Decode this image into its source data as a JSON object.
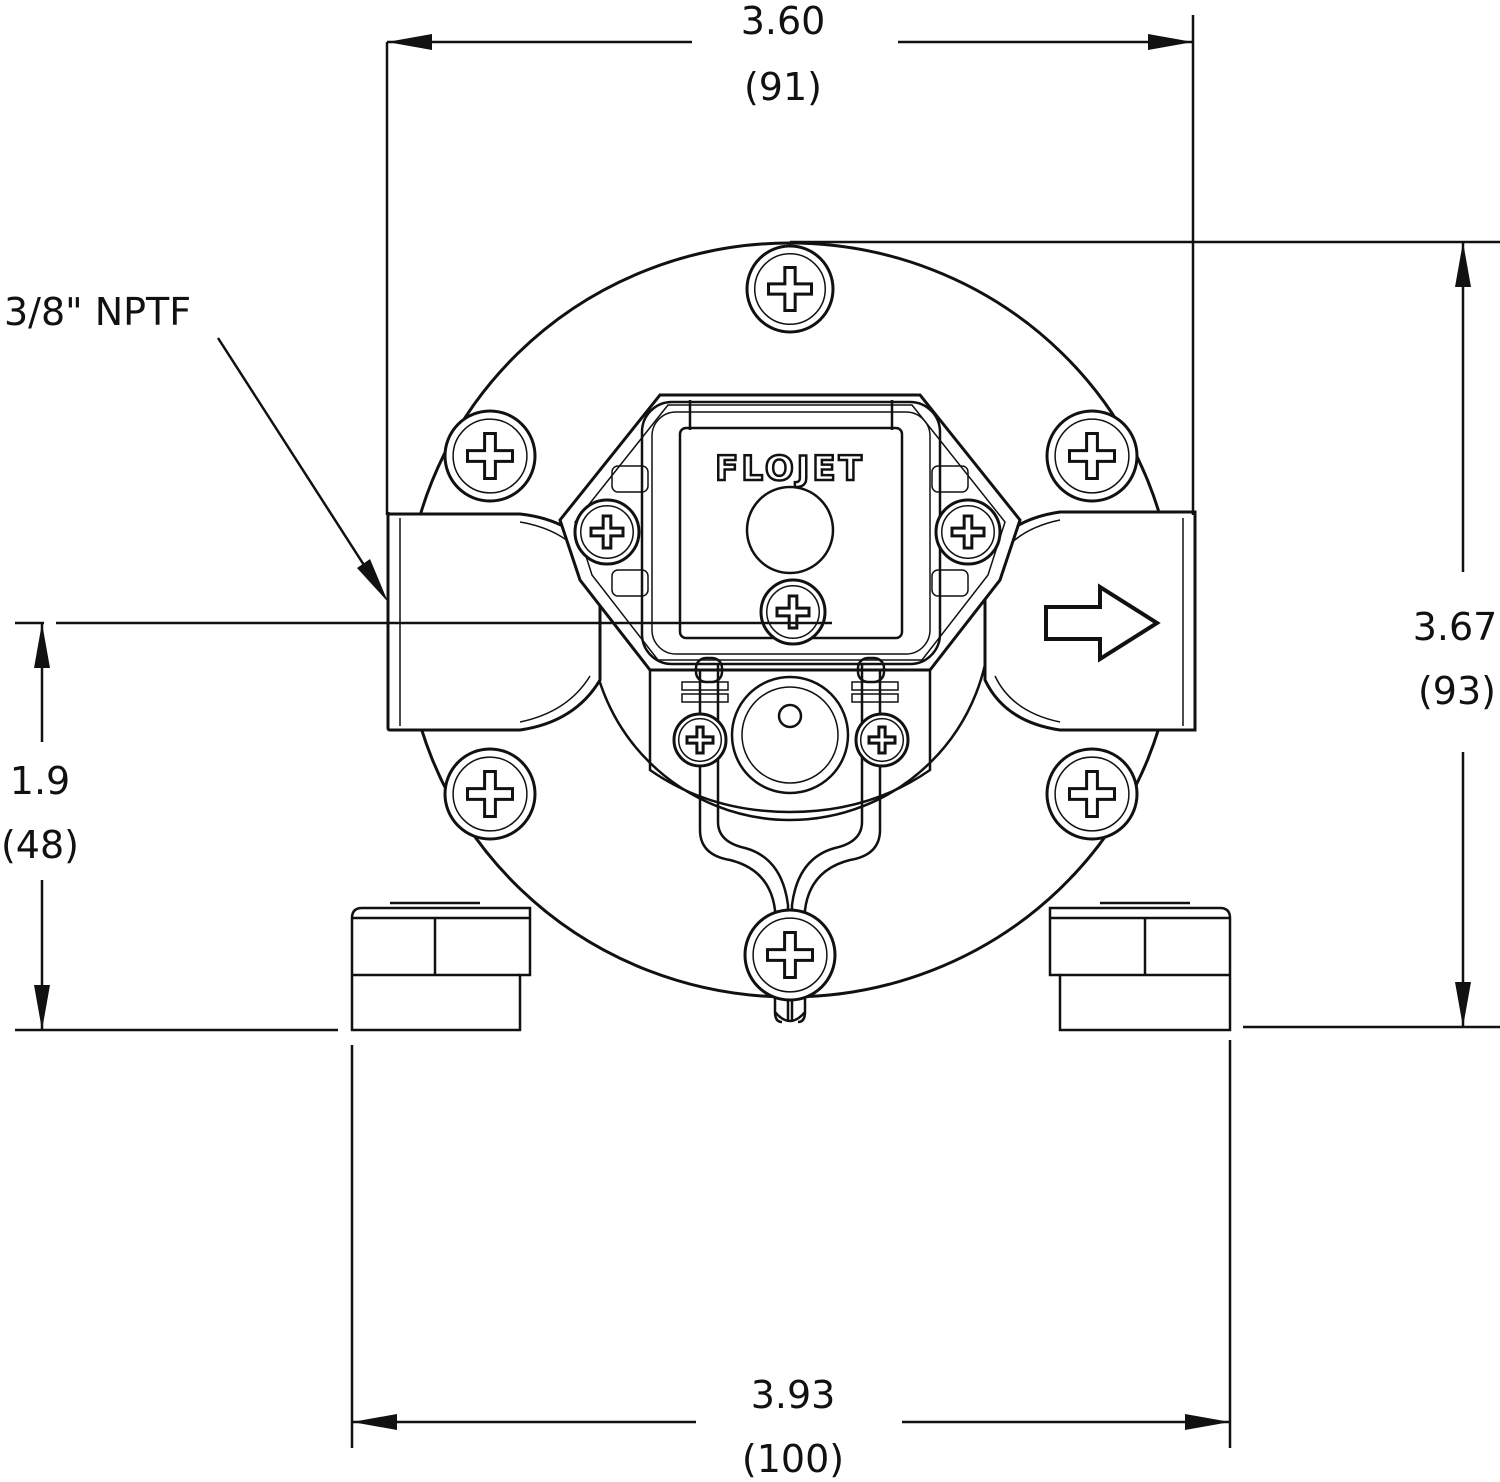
{
  "drawing": {
    "brand_logo": "FLOJET",
    "port_callout": "3/8\" NPTF",
    "dimensions": {
      "overall_width": {
        "inches": "3.60",
        "mm": "(91)"
      },
      "overall_height": {
        "inches": "3.67",
        "mm": "(93)"
      },
      "port_height": {
        "inches": "1.9",
        "mm": "(48)"
      },
      "base_width": {
        "inches": "3.93",
        "mm": "(100)"
      }
    }
  }
}
